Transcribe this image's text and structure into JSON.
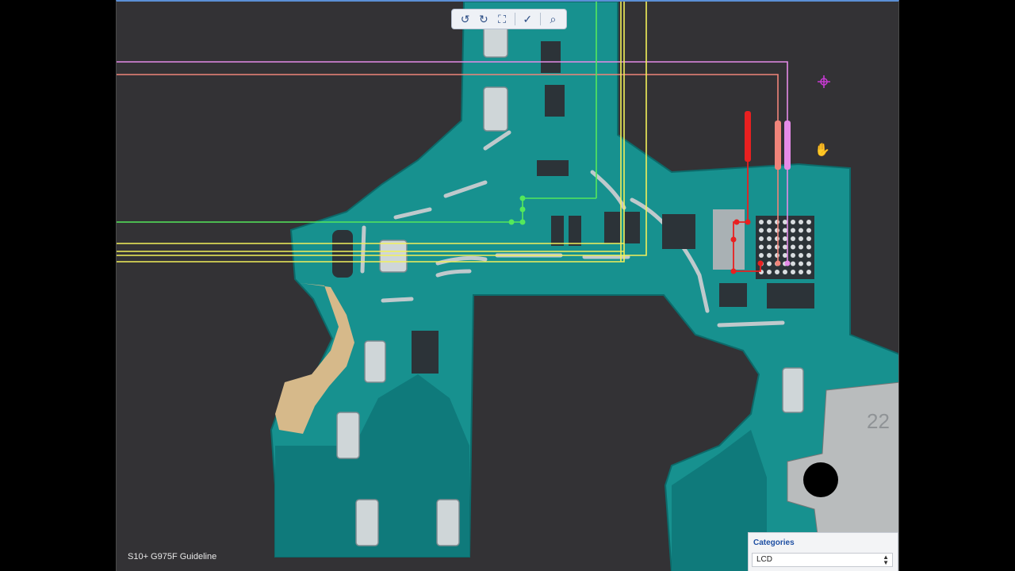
{
  "viewer": {
    "caption": "S10+ G975F Guideline"
  },
  "toolbar": {
    "buttons": [
      "rotate-left-icon",
      "rotate-right-icon",
      "fit-screen-icon",
      "tools-icon",
      "search-icon"
    ],
    "glyphs": {
      "rotate_left": "↺",
      "rotate_right": "↻",
      "fit": "⛶",
      "tools": "✓",
      "search": "⌕"
    }
  },
  "board": {
    "connector_label": "22",
    "colors": {
      "background": "#333235",
      "pcb": "#17918f",
      "pcb_dark": "#0d6c70",
      "pcb_light": "#3db6ad",
      "pad": "#cfd6d8",
      "chip": "#2c3338",
      "gold": "#d6b98a",
      "trace_pink": "#e58be8",
      "trace_salmon": "#f0847a",
      "trace_green": "#54e85b",
      "trace_yellow": "#f2f05a",
      "trace_red": "#e82020"
    }
  },
  "categories": {
    "title": "Categories",
    "selected": "LCD"
  }
}
